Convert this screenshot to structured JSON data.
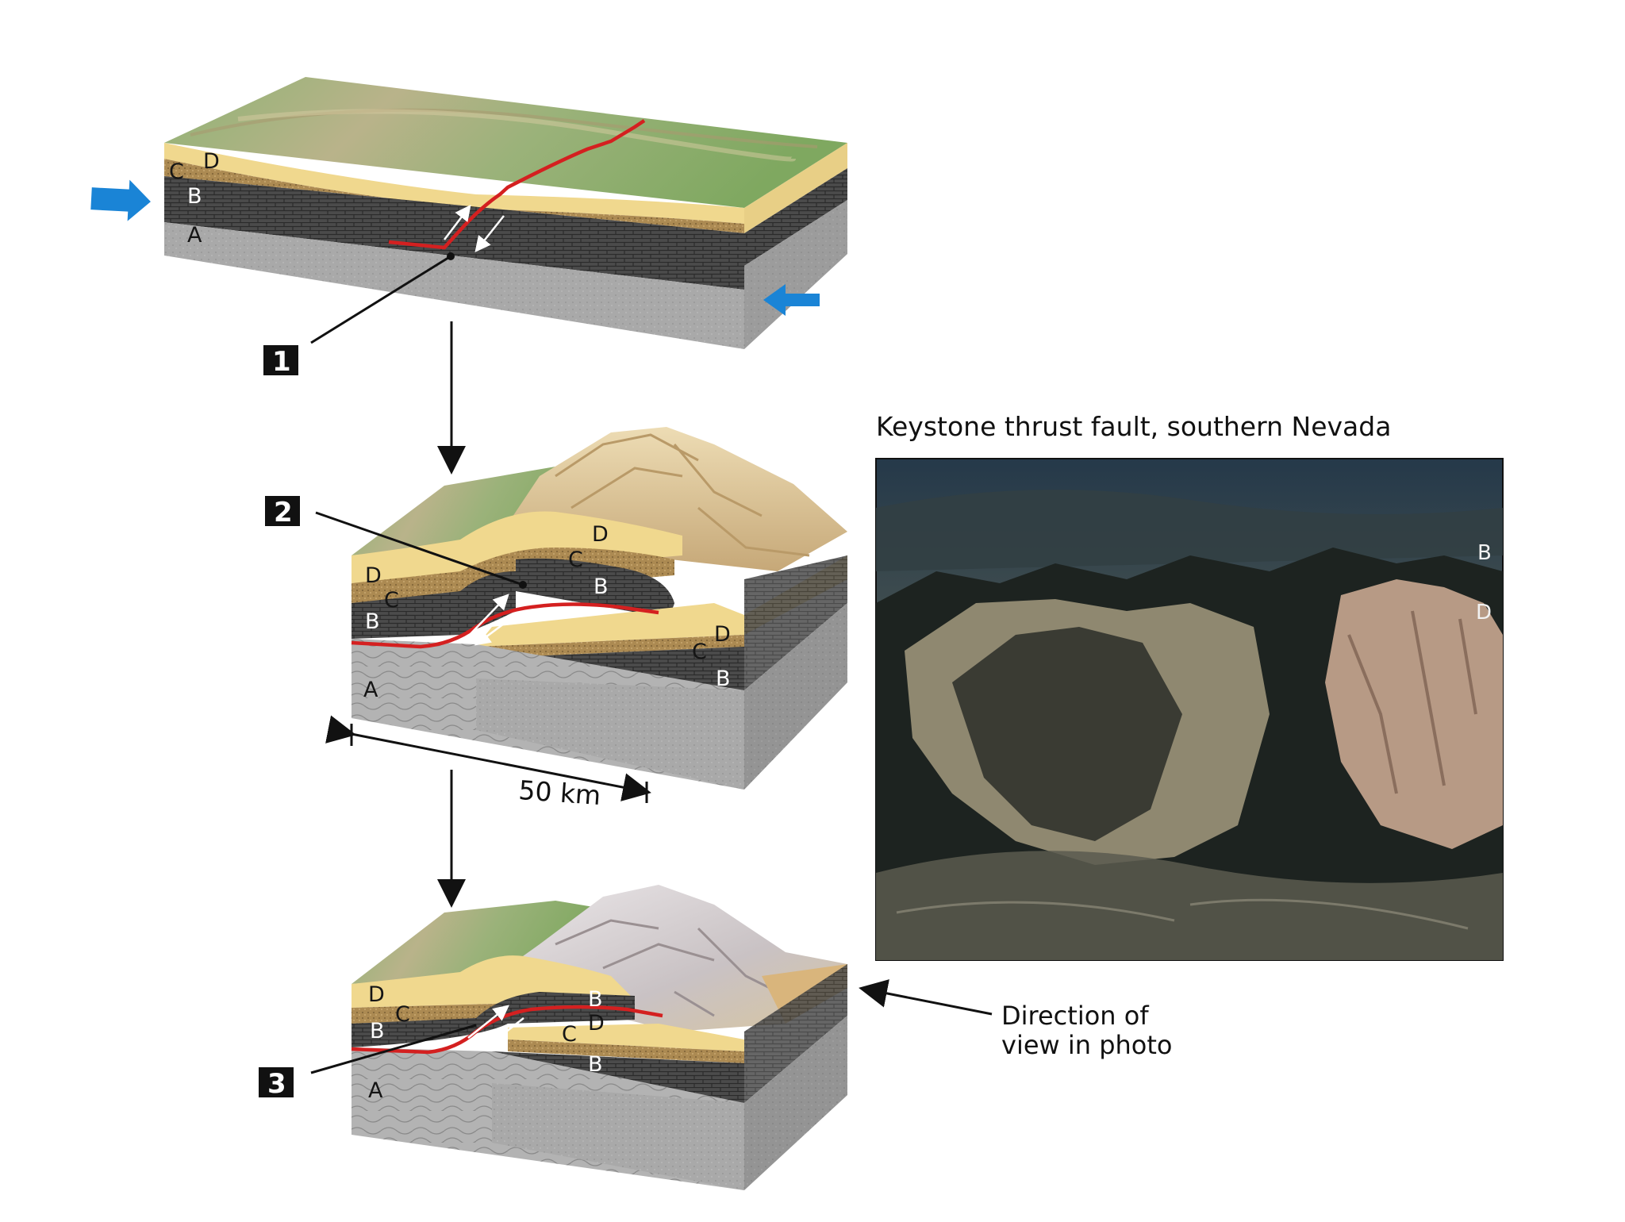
{
  "photo": {
    "title": "Keystone thrust fault, southern Nevada",
    "labels": [
      "B",
      "D"
    ]
  },
  "stages": [
    {
      "badge": "1",
      "layers": [
        "D",
        "C",
        "B",
        "A"
      ]
    },
    {
      "badge": "2",
      "layers": [
        "D",
        "C",
        "B",
        "A",
        "D",
        "C",
        "B",
        "D",
        "C",
        "B"
      ]
    },
    {
      "badge": "3",
      "layers": [
        "D",
        "C",
        "B",
        "A",
        "B",
        "D",
        "C",
        "B"
      ]
    }
  ],
  "scale_bar": {
    "label": "50 km"
  },
  "view_direction": {
    "line1": "Direction of",
    "line2": "view in photo"
  },
  "colors": {
    "fault": "#d42020",
    "compression_arrow": "#1a84d6",
    "layer_d": "#f0d88e",
    "layer_c": "#b9955a",
    "layer_b": "#4a4a4a",
    "layer_a": "#a8a8a8",
    "surface": "#8fb073"
  }
}
